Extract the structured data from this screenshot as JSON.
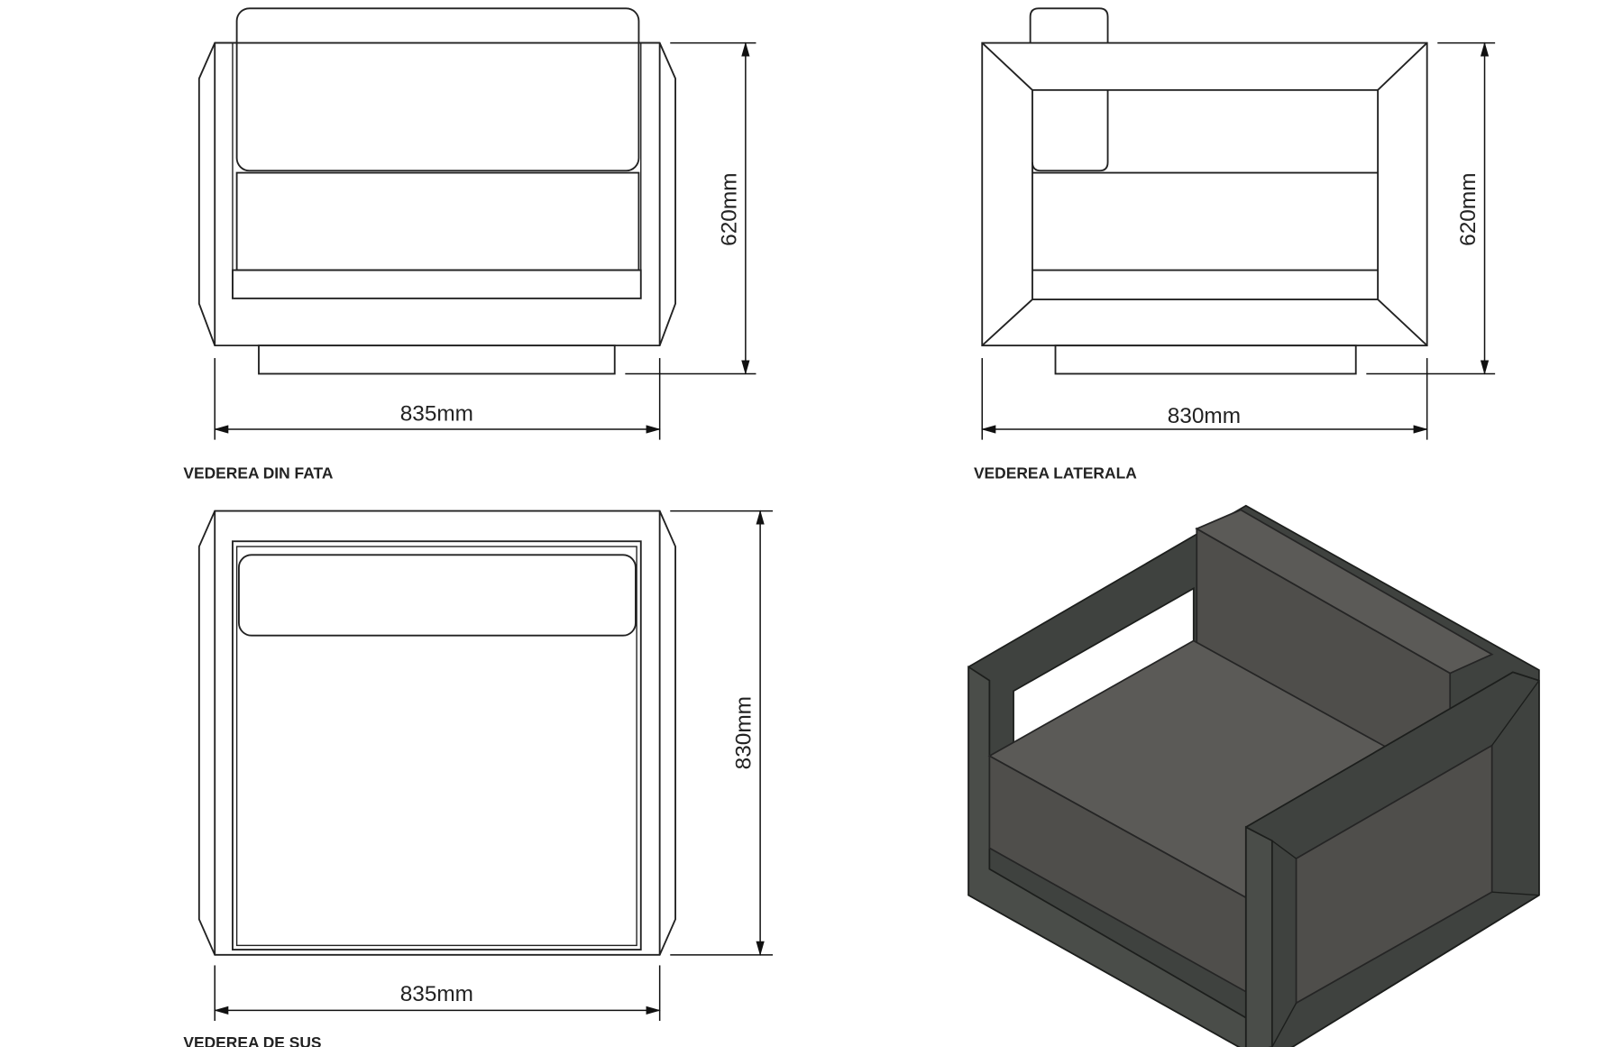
{
  "views": {
    "front": {
      "label": "VEDEREA DIN FATA",
      "width_dim": "835mm",
      "height_dim": "620mm"
    },
    "side": {
      "label": "VEDEREA LATERALA",
      "width_dim": "830mm",
      "height_dim": "620mm"
    },
    "top": {
      "label": "VEDEREA DE SUS",
      "width_dim": "835mm",
      "depth_dim": "830mm"
    }
  },
  "colors": {
    "line": "#222222",
    "frame": "#3f423f",
    "cushion": "#5b5a57"
  }
}
